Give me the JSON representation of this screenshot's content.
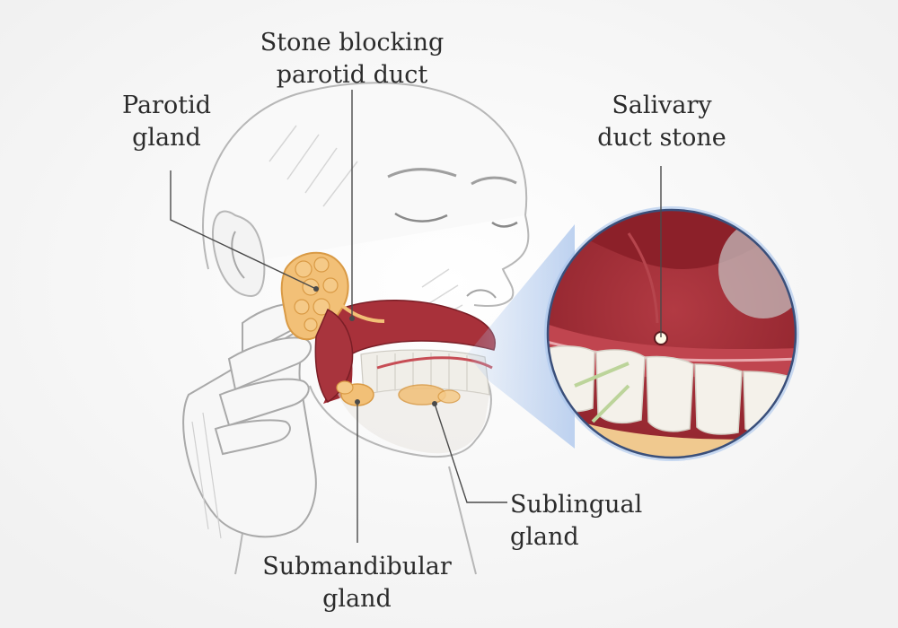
{
  "background_color": "#f6f6f6",
  "colors": {
    "gland": "#f2c077",
    "gland_shadow": "#d99a45",
    "mouth_red": "#9e2a33",
    "gum_red": "#b93f4a",
    "tooth": "#f4f1ea",
    "skin_line": "#b5b5b5",
    "leader_line": "#4a4a4a",
    "magnifier_glow": "#a9c4ec"
  },
  "labels": {
    "parotid_gland": [
      "Parotid",
      "gland"
    ],
    "stone_blocking": [
      "Stone blocking",
      "parotid duct"
    ],
    "salivary_stone": [
      "Salivary",
      "duct stone"
    ],
    "sublingual": [
      "Sublingual",
      "gland"
    ],
    "submandibular": [
      "Submandibular",
      "gland"
    ]
  }
}
